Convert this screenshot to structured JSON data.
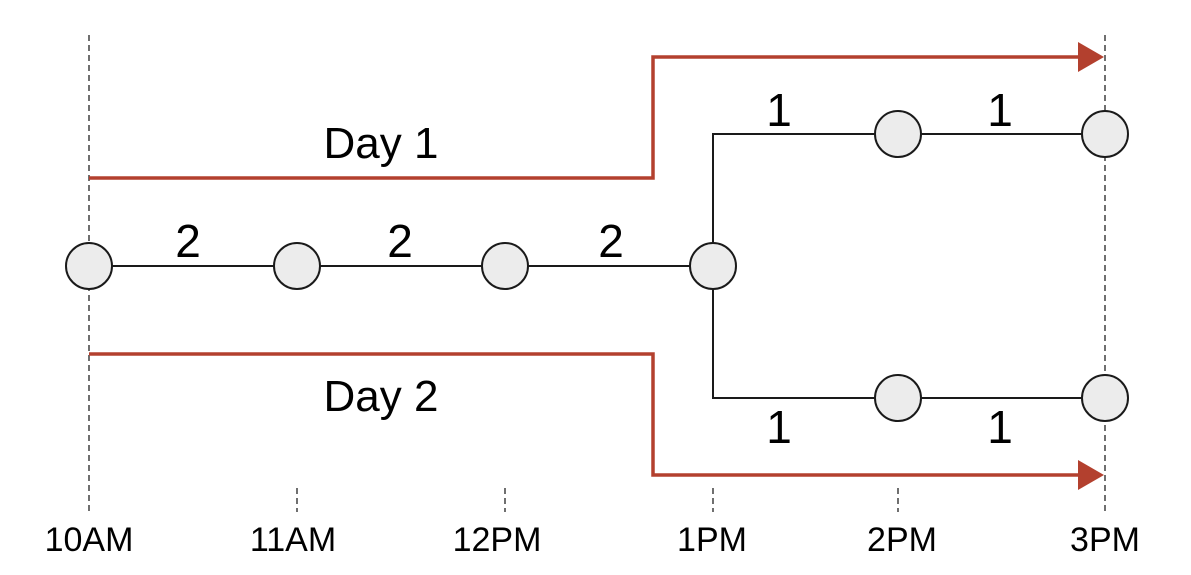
{
  "diagram": {
    "time_axis": [
      "10AM",
      "11AM",
      "12PM",
      "1PM",
      "2PM",
      "3PM"
    ],
    "day_labels": [
      "Day 1",
      "Day 2"
    ],
    "main_edge_labels": [
      "2",
      "2",
      "2"
    ],
    "upper_branch_edge_labels": [
      "1",
      "1"
    ],
    "lower_branch_edge_labels": [
      "1",
      "1"
    ],
    "colors": {
      "node_fill": "#ececec",
      "node_stroke": "#1a1a1a",
      "edge": "#1a1a1a",
      "day_path": "#b3402e",
      "guide": "#222222"
    }
  }
}
